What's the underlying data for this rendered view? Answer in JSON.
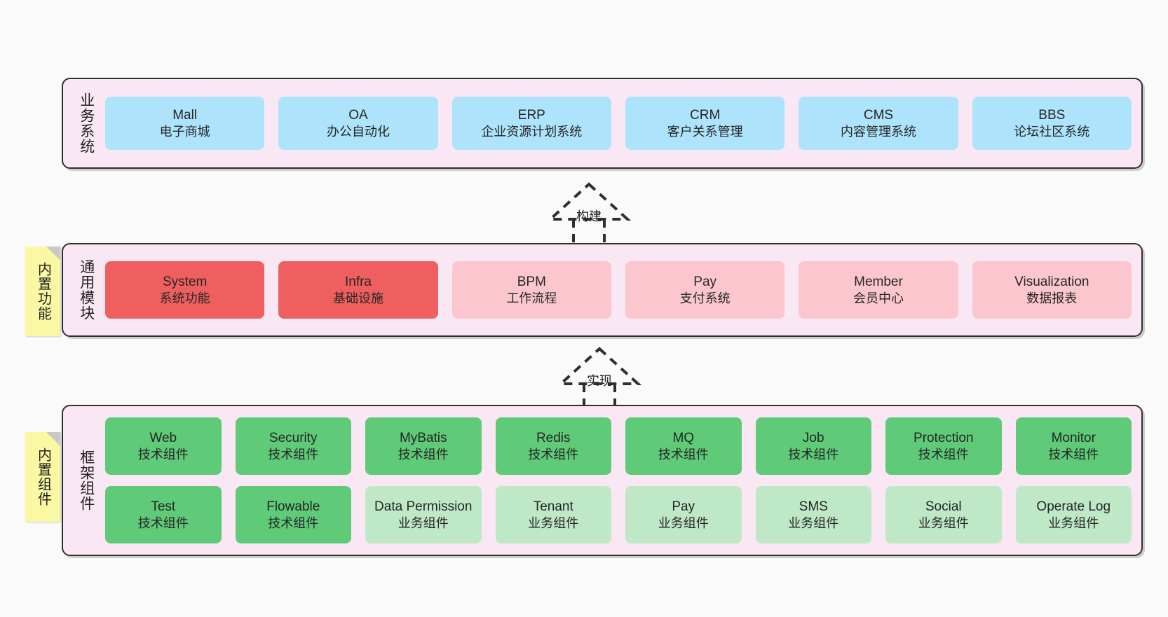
{
  "diagram": {
    "background_color": "#fafafa",
    "layer_fill": "#fae7f4",
    "layer_border": "#2f2f2f"
  },
  "layers": [
    {
      "id": "business-systems",
      "title": "业务系统",
      "card_color": "#ade3fb",
      "cards": [
        {
          "en": "Mall",
          "cn": "电子商城"
        },
        {
          "en": "OA",
          "cn": "办公自动化"
        },
        {
          "en": "ERP",
          "cn": "企业资源计划系统"
        },
        {
          "en": "CRM",
          "cn": "客户关系管理"
        },
        {
          "en": "CMS",
          "cn": "内容管理系统"
        },
        {
          "en": "BBS",
          "cn": "论坛社区系统"
        }
      ]
    },
    {
      "id": "common-modules",
      "title": "通用模块",
      "note": "内置功能",
      "card_color_highlight": "#ef5f5f",
      "card_color": "#fbc6cd",
      "cards": [
        {
          "en": "System",
          "cn": "系统功能",
          "highlight": true
        },
        {
          "en": "Infra",
          "cn": "基础设施",
          "highlight": true
        },
        {
          "en": "BPM",
          "cn": "工作流程",
          "highlight": false
        },
        {
          "en": "Pay",
          "cn": "支付系统",
          "highlight": false
        },
        {
          "en": "Member",
          "cn": "会员中心",
          "highlight": false
        },
        {
          "en": "Visualization",
          "cn": "数据报表",
          "highlight": false
        }
      ]
    },
    {
      "id": "framework-components",
      "title": "框架组件",
      "note": "内置组件",
      "card_color_tech": "#5fca78",
      "card_color_biz": "#bfe8c7",
      "row1": [
        {
          "en": "Web",
          "cn": "技术组件"
        },
        {
          "en": "Security",
          "cn": "技术组件"
        },
        {
          "en": "MyBatis",
          "cn": "技术组件"
        },
        {
          "en": "Redis",
          "cn": "技术组件"
        },
        {
          "en": "MQ",
          "cn": "技术组件"
        },
        {
          "en": "Job",
          "cn": "技术组件"
        },
        {
          "en": "Protection",
          "cn": "技术组件"
        },
        {
          "en": "Monitor",
          "cn": "技术组件"
        }
      ],
      "row2": [
        {
          "en": "Test",
          "cn": "技术组件",
          "kind": "tech"
        },
        {
          "en": "Flowable",
          "cn": "技术组件",
          "kind": "tech"
        },
        {
          "en": "Data Permission",
          "cn": "业务组件",
          "kind": "biz"
        },
        {
          "en": "Tenant",
          "cn": "业务组件",
          "kind": "biz"
        },
        {
          "en": "Pay",
          "cn": "业务组件",
          "kind": "biz"
        },
        {
          "en": "SMS",
          "cn": "业务组件",
          "kind": "biz"
        },
        {
          "en": "Social",
          "cn": "业务组件",
          "kind": "biz"
        },
        {
          "en": "Operate Log",
          "cn": "业务组件",
          "kind": "biz"
        }
      ]
    }
  ],
  "arrows": [
    {
      "id": "build",
      "label": "构建",
      "style": "dashed-generalization"
    },
    {
      "id": "implement",
      "label": "实现",
      "style": "dashed-generalization"
    }
  ]
}
